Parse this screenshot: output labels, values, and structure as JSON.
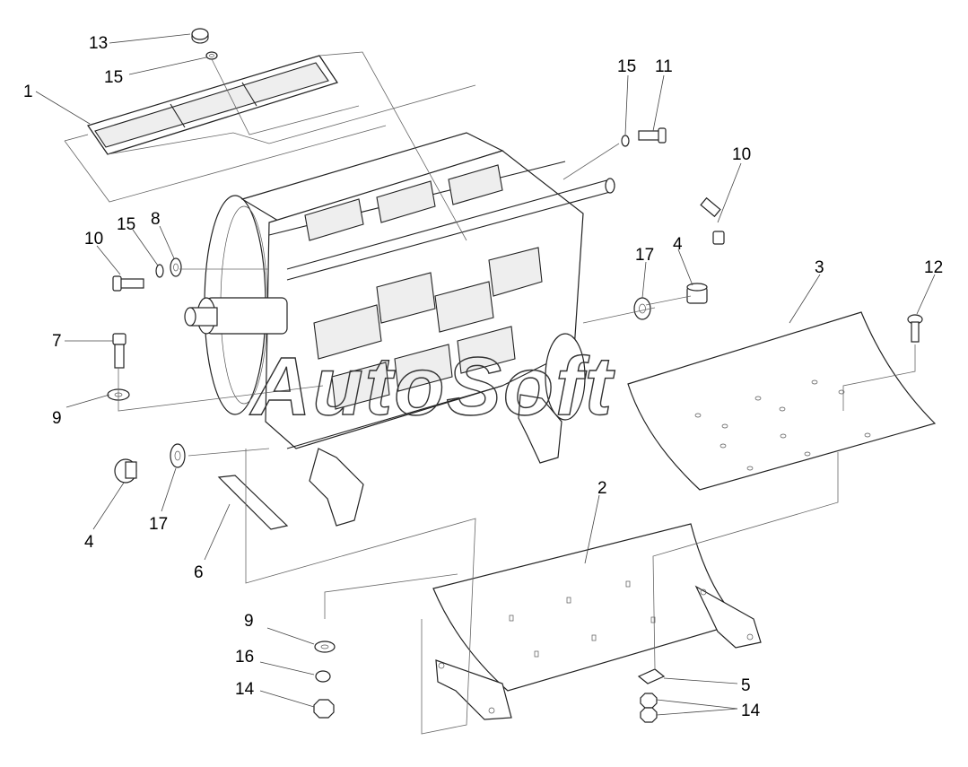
{
  "watermark": "AutoSoft",
  "callouts": [
    {
      "id": "c1",
      "text": "1"
    },
    {
      "id": "c2",
      "text": "2"
    },
    {
      "id": "c3",
      "text": "3"
    },
    {
      "id": "c4a",
      "text": "4"
    },
    {
      "id": "c4b",
      "text": "4"
    },
    {
      "id": "c5",
      "text": "5"
    },
    {
      "id": "c6",
      "text": "6"
    },
    {
      "id": "c7",
      "text": "7"
    },
    {
      "id": "c8",
      "text": "8"
    },
    {
      "id": "c9a",
      "text": "9"
    },
    {
      "id": "c9b",
      "text": "9"
    },
    {
      "id": "c10a",
      "text": "10"
    },
    {
      "id": "c10b",
      "text": "10"
    },
    {
      "id": "c11",
      "text": "11"
    },
    {
      "id": "c12",
      "text": "12"
    },
    {
      "id": "c13",
      "text": "13"
    },
    {
      "id": "c14a",
      "text": "14"
    },
    {
      "id": "c14b",
      "text": "14"
    },
    {
      "id": "c15a",
      "text": "15"
    },
    {
      "id": "c15b",
      "text": "15"
    },
    {
      "id": "c15c",
      "text": "15"
    },
    {
      "id": "c16",
      "text": "16"
    },
    {
      "id": "c17a",
      "text": "17"
    },
    {
      "id": "c17b",
      "text": "17"
    }
  ]
}
